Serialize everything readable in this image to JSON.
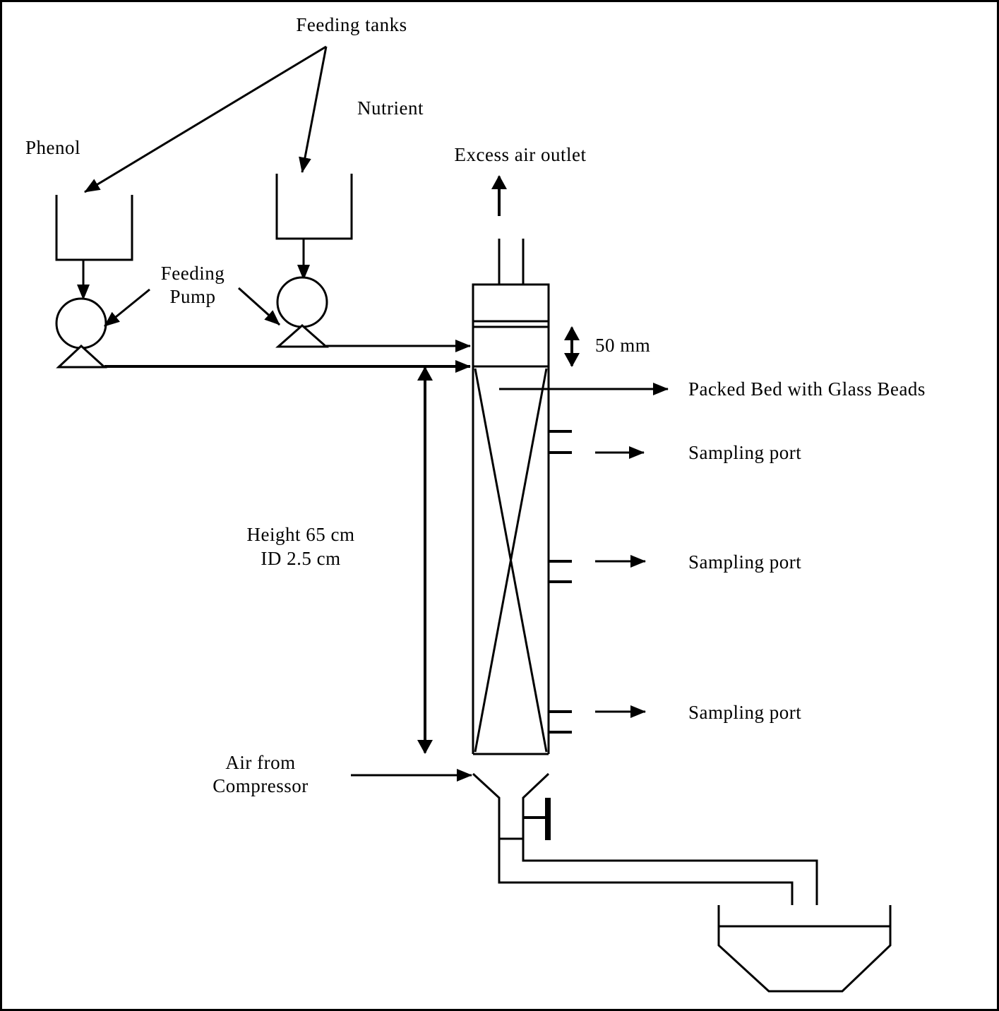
{
  "labels": {
    "feeding_tanks": "Feeding tanks",
    "nutrient": "Nutrient",
    "phenol": "Phenol",
    "excess_air_outlet": "Excess air outlet",
    "feeding_pump_line1": "Feeding",
    "feeding_pump_line2": "Pump",
    "gap_dimension": "50 mm",
    "packed_bed": "Packed Bed with Glass Beads",
    "sampling_port_1": "Sampling port",
    "sampling_port_2": "Sampling port",
    "sampling_port_3": "Sampling port",
    "column_height": "Height 65 cm",
    "column_id": "ID 2.5 cm",
    "air_from_line1": "Air from",
    "air_from_line2": "Compressor"
  }
}
